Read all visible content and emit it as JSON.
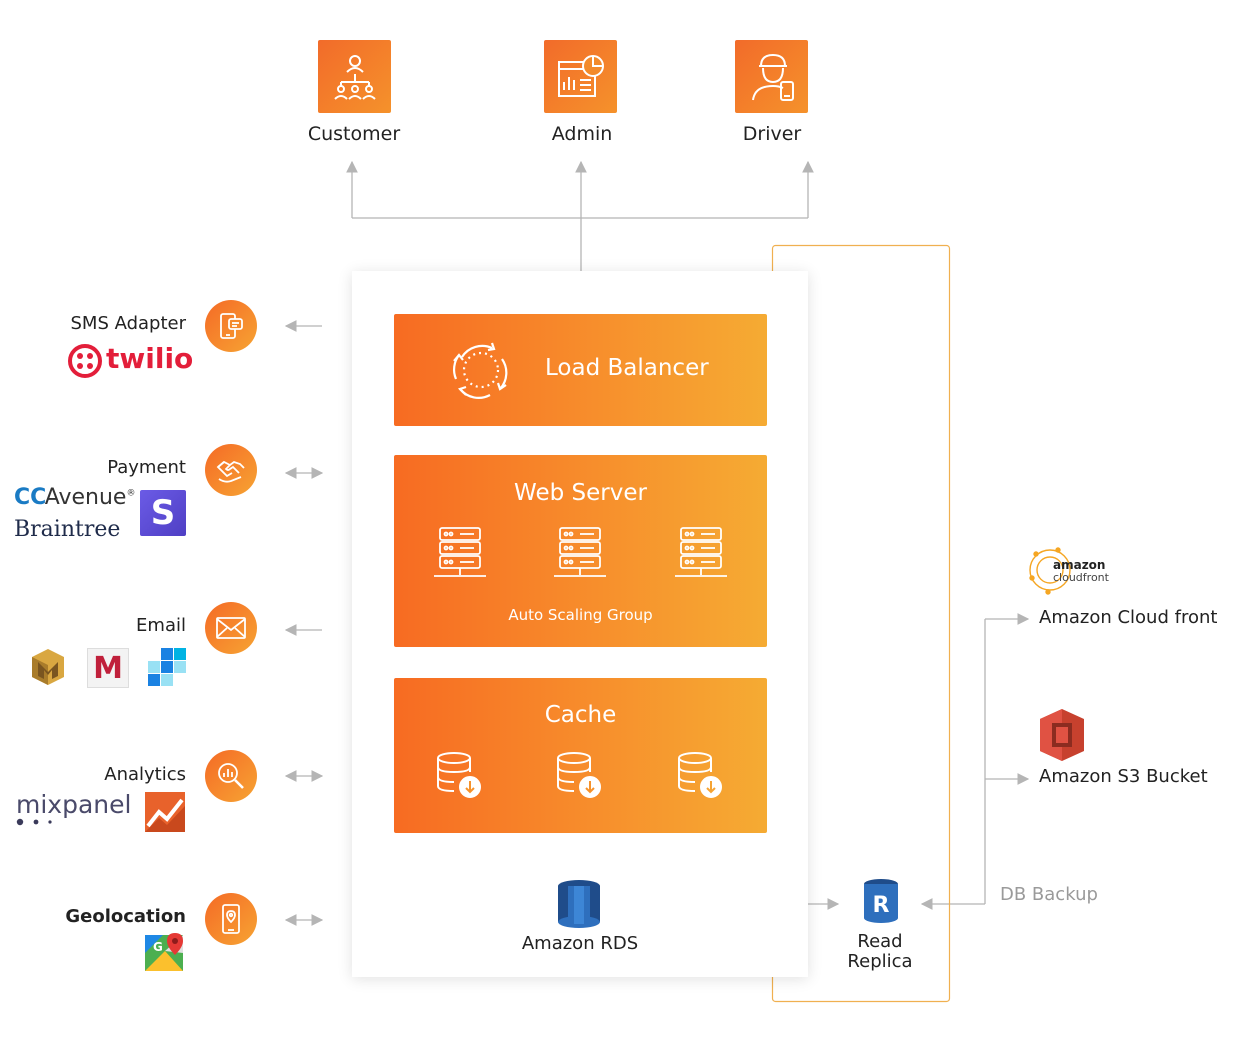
{
  "actors": [
    {
      "label": "Customer",
      "icon": "customer-network-icon"
    },
    {
      "label": "Admin",
      "icon": "admin-dashboard-icon"
    },
    {
      "label": "Driver",
      "icon": "driver-phone-icon"
    }
  ],
  "blocks": {
    "load_balancer": "Load Balancer",
    "web_server": "Web Server",
    "auto_scaling": "Auto Scaling Group",
    "cache": "Cache"
  },
  "services": [
    {
      "label": "SMS Adapter",
      "icon": "sms-phone-icon",
      "logos": [
        "twilio"
      ]
    },
    {
      "label": "Payment",
      "icon": "handshake-icon",
      "logos": [
        "CCAvenue",
        "Braintree",
        "S"
      ]
    },
    {
      "label": "Email",
      "icon": "envelope-icon",
      "logos": [
        "ses",
        "M",
        "sendgrid"
      ]
    },
    {
      "label": "Analytics",
      "icon": "magnifier-chart-icon",
      "logos": [
        "mixpanel",
        "analytics-icon"
      ]
    },
    {
      "label": "Geolocation",
      "icon": "map-phone-icon",
      "logos": [
        "G"
      ]
    }
  ],
  "database": {
    "rds": "Amazon RDS",
    "replica_line1": "Read",
    "replica_line2": "Replica",
    "backup": "DB Backup"
  },
  "storage": {
    "cloudfront_logo_top": "amazon",
    "cloudfront_logo_bottom": "cloudfront",
    "cloudfront": "Amazon Cloud front",
    "s3": "Amazon S3 Bucket"
  },
  "colors": {
    "orange_start": "#f76b22",
    "orange_end": "#f5ab33",
    "connector": "#b5b5b5",
    "outline": "#f0b050"
  }
}
